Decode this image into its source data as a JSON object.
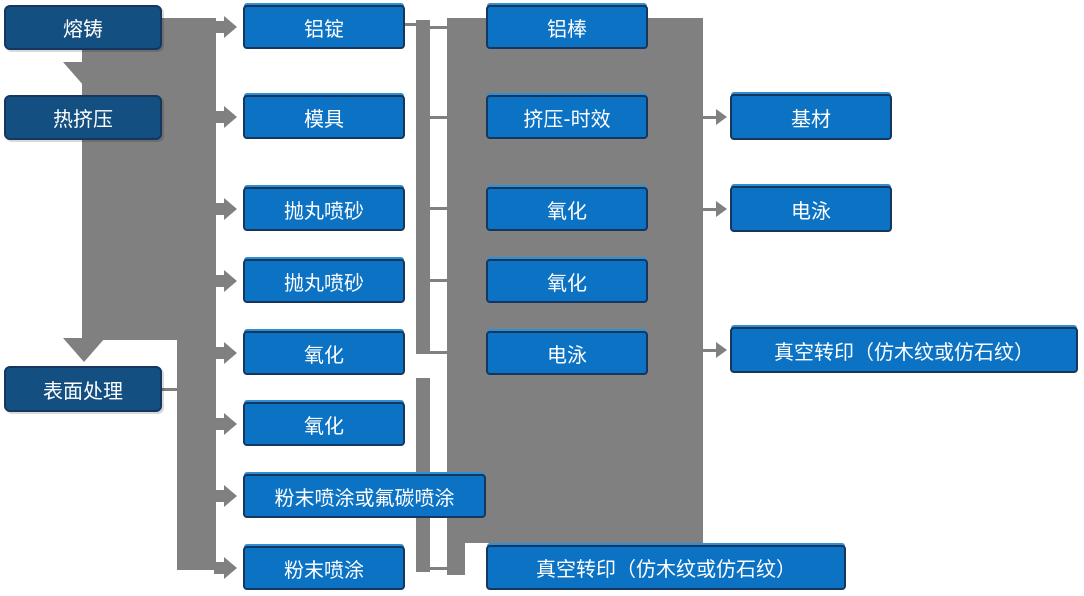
{
  "diagram": {
    "type": "process-flowchart",
    "subject": "aluminum profile production and surface finishing flow",
    "colors": {
      "node_fill": "#0B72C4",
      "node_fill_dark": "#134F80",
      "node_border": "#17365D",
      "node_highlight": "#2E8FD4",
      "connector": "#808080",
      "text": "#FFFFFF",
      "background": "#FFFFFF"
    }
  },
  "nodes": {
    "melting_casting": {
      "label": "熔铸"
    },
    "hot_extrusion": {
      "label": "热挤压"
    },
    "surface_treatment": {
      "label": "表面处理"
    },
    "aluminum_ingot": {
      "label": "铝锭"
    },
    "mold": {
      "label": "模具"
    },
    "shot_blasting_1": {
      "label": "抛丸喷砂"
    },
    "shot_blasting_2": {
      "label": "抛丸喷砂"
    },
    "oxidation_1": {
      "label": "氧化"
    },
    "oxidation_2": {
      "label": "氧化"
    },
    "powder_or_fluorocarbon": {
      "label": "粉末喷涂或氟碳喷涂"
    },
    "powder_coating": {
      "label": "粉末喷涂"
    },
    "aluminum_rod": {
      "label": "铝棒"
    },
    "extrusion_aging": {
      "label": "挤压-时效"
    },
    "oxidation_3": {
      "label": "氧化"
    },
    "oxidation_4": {
      "label": "氧化"
    },
    "electrophoresis_1": {
      "label": "电泳"
    },
    "vacuum_transfer_1": {
      "label": "真空转印（仿木纹或仿石纹）"
    },
    "base_material": {
      "label": "基材"
    },
    "electrophoresis_2": {
      "label": "电泳"
    },
    "vacuum_transfer_2": {
      "label": "真空转印（仿木纹或仿石纹）"
    }
  },
  "connections": [
    {
      "from": "melting_casting",
      "to": "aluminum_ingot"
    },
    {
      "from": "melting_casting",
      "to": "hot_extrusion"
    },
    {
      "from": "hot_extrusion",
      "to": "mold"
    },
    {
      "from": "hot_extrusion",
      "to": "shot_blasting_1"
    },
    {
      "from": "hot_extrusion",
      "to": "shot_blasting_2"
    },
    {
      "from": "hot_extrusion",
      "to": "oxidation_1"
    },
    {
      "from": "hot_extrusion",
      "to": "surface_treatment"
    },
    {
      "from": "surface_treatment",
      "to": "oxidation_2"
    },
    {
      "from": "surface_treatment",
      "to": "powder_or_fluorocarbon"
    },
    {
      "from": "surface_treatment",
      "to": "powder_coating"
    },
    {
      "from": "aluminum_ingot",
      "to": "aluminum_rod"
    },
    {
      "from": "mold",
      "to": "extrusion_aging"
    },
    {
      "from": "shot_blasting_1",
      "to": "oxidation_3"
    },
    {
      "from": "shot_blasting_2",
      "to": "oxidation_4"
    },
    {
      "from": "oxidation_1",
      "to": "electrophoresis_1"
    },
    {
      "from": "extrusion_aging",
      "to": "base_material"
    },
    {
      "from": "oxidation_3",
      "to": "electrophoresis_2"
    },
    {
      "from": "electrophoresis_1",
      "to": "vacuum_transfer_2"
    },
    {
      "from": "powder_coating",
      "to": "vacuum_transfer_1"
    }
  ]
}
